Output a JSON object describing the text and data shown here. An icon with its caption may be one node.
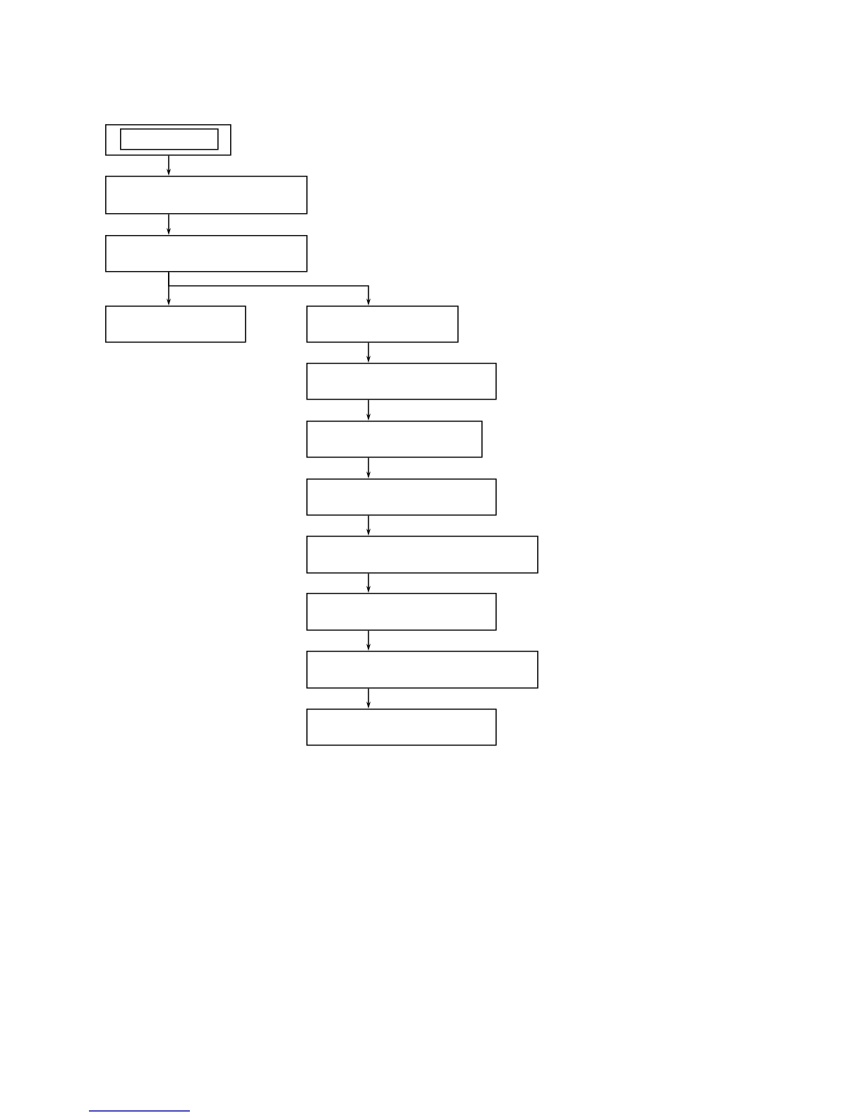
{
  "diagram": {
    "nodes": [
      {
        "text": [],
        "shape": "box"
      },
      {
        "text": [],
        "shape": "box",
        "in": 0
      },
      {
        "text": [],
        "shape": "box"
      },
      {
        "text": [],
        "shape": "box"
      },
      {
        "text": [],
        "shape": "box"
      },
      {
        "text": [],
        "shape": "box"
      },
      {
        "text": [],
        "shape": "box"
      },
      {
        "text": [],
        "shape": "box"
      },
      {
        "text": [],
        "shape": "box"
      },
      {
        "text": [],
        "shape": "box"
      },
      {
        "text": [],
        "shape": "box"
      },
      {
        "text": [],
        "shape": "box"
      },
      {
        "text": [],
        "shape": "box"
      }
    ],
    "edges": [
      {
        "from": 0,
        "to": 2,
        "arrow": "to"
      },
      {
        "from": 2,
        "to": 3,
        "arrow": "to"
      },
      {
        "from": 3,
        "to": 4,
        "arrow": "to"
      },
      {
        "from": 3,
        "to": 5,
        "arrow": "to"
      },
      {
        "from": 5,
        "to": 6,
        "arrow": "to"
      },
      {
        "from": 6,
        "to": 7,
        "arrow": "to"
      },
      {
        "from": 7,
        "to": 8,
        "arrow": "to"
      },
      {
        "from": 8,
        "to": 9,
        "arrow": "to"
      },
      {
        "from": 9,
        "to": 10,
        "arrow": "to"
      },
      {
        "from": 10,
        "to": 11,
        "arrow": "to"
      },
      {
        "from": 11,
        "to": 12,
        "arrow": "to"
      }
    ]
  }
}
